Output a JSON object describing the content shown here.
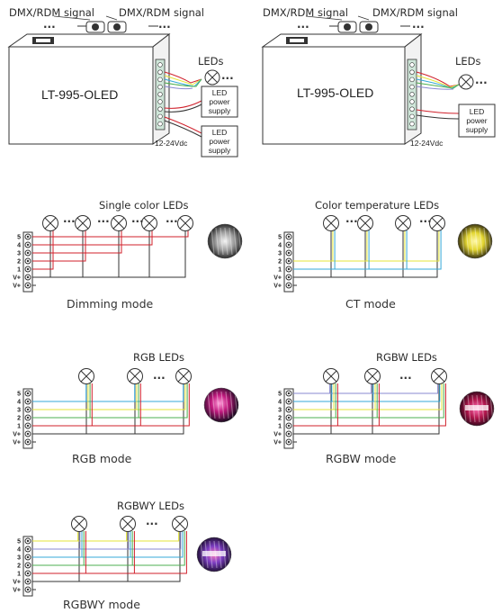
{
  "top": {
    "signal_label": "DMX/RDM signal",
    "device_name": "LT-995-OLED",
    "leds_label": "LEDs",
    "psu_label_lines": [
      "LED",
      "power",
      "supply"
    ],
    "voltage_label": "12-24Vdc",
    "ellipsis": "···"
  },
  "terminal_labels": [
    "5",
    "4",
    "3",
    "2",
    "1",
    "V+",
    "V+"
  ],
  "modes": [
    {
      "id": "dimming",
      "title": "Single color LEDs",
      "mode_label": "Dimming mode",
      "colors": [
        "#d0202b"
      ]
    },
    {
      "id": "ct",
      "title": "Color temperature LEDs",
      "mode_label": "CT mode",
      "colors": [
        "#e5e53a",
        "#35a8d8"
      ]
    },
    {
      "id": "rgb",
      "title": "RGB LEDs",
      "mode_label": "RGB mode",
      "colors": [
        "#35a8d8",
        "#e5e53a",
        "#4caf50",
        "#d0202b"
      ]
    },
    {
      "id": "rgbw",
      "title": "RGBW LEDs",
      "mode_label": "RGBW mode",
      "colors": [
        "#8a8ad0",
        "#35a8d8",
        "#e5e53a",
        "#4caf50",
        "#d0202b"
      ]
    },
    {
      "id": "rgbwy",
      "title": "RGBWY LEDs",
      "mode_label": "RGBWY mode",
      "colors": [
        "#e5e53a",
        "#8a8ad0",
        "#35a8d8",
        "#4caf50",
        "#d0202b"
      ]
    }
  ],
  "ellipsis": "···",
  "colors": {
    "red": "#d0202b",
    "yellow": "#e5e53a",
    "blue": "#35a8d8",
    "green": "#4caf50",
    "purple": "#8a8ad0",
    "line": "#333333"
  }
}
